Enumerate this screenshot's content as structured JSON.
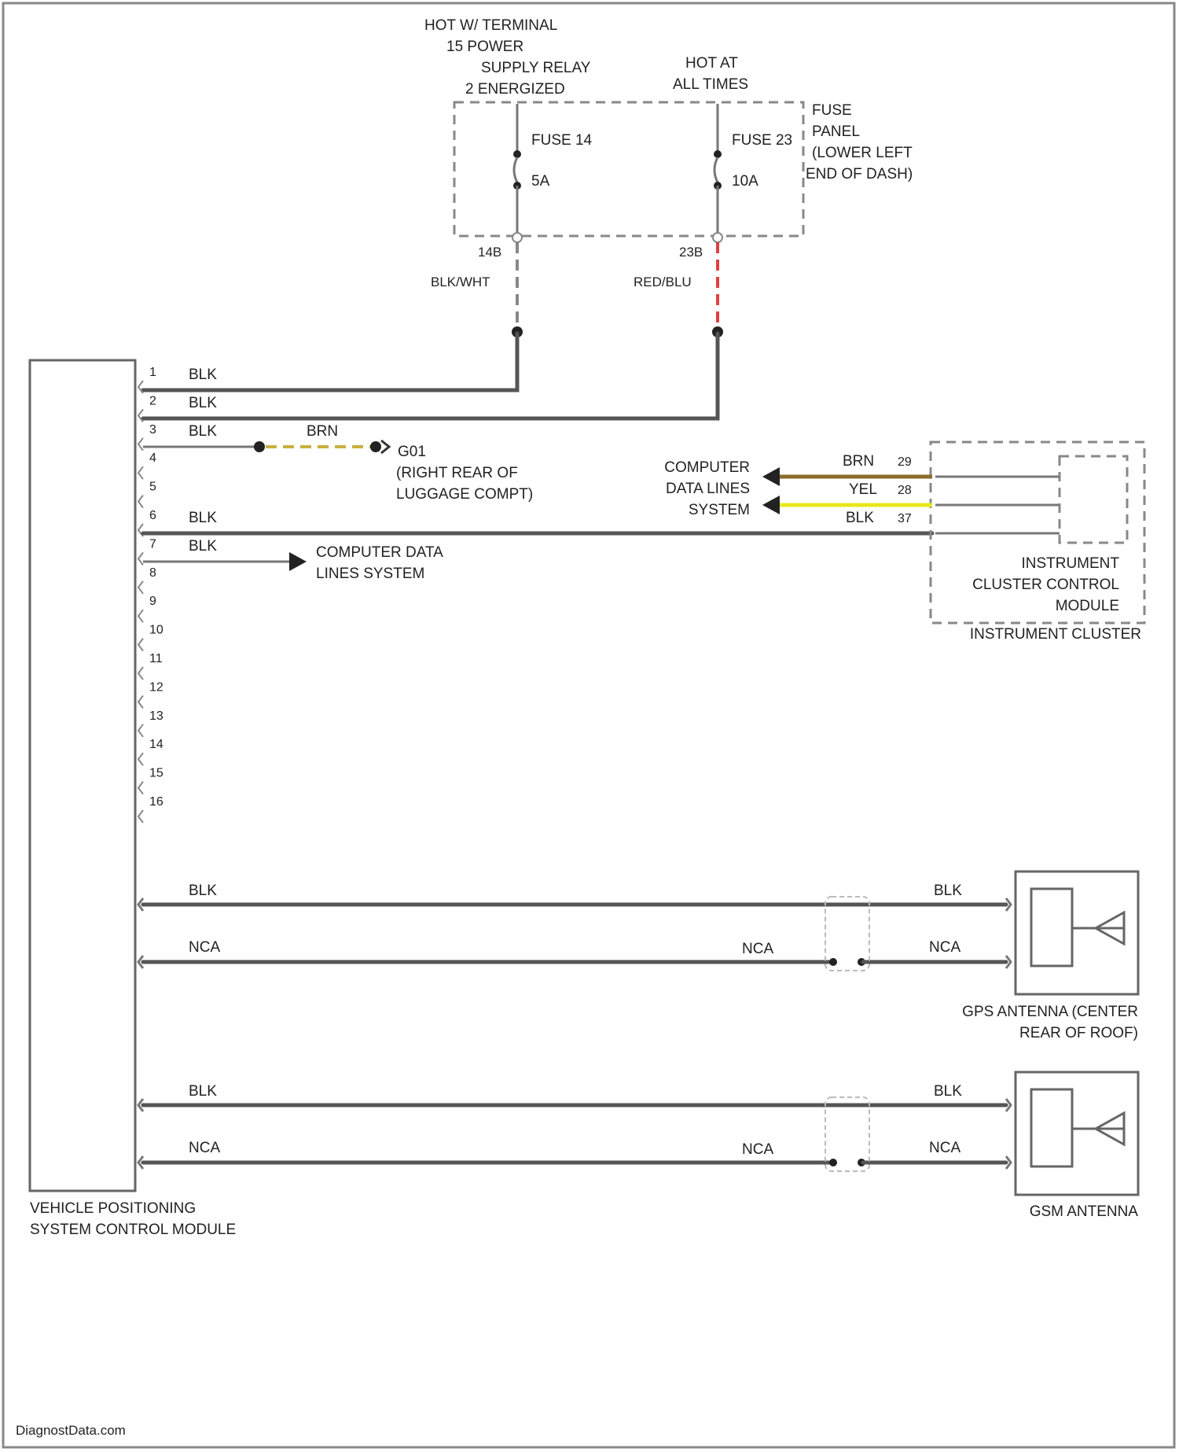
{
  "power": {
    "hot_terminal_label": [
      "HOT W/ TERMINAL",
      "15 POWER",
      "SUPPLY RELAY",
      "2 ENERGIZED"
    ],
    "hot_all_times_label": [
      "HOT AT",
      "ALL TIMES"
    ],
    "fuse_panel_label": [
      "FUSE",
      "PANEL",
      "(LOWER LEFT",
      "END OF DASH)"
    ],
    "fuse14": {
      "name": "FUSE 14",
      "rating": "5A"
    },
    "fuse23": {
      "name": "FUSE 23",
      "rating": "10A"
    },
    "wire_14b": {
      "terminal": "14B",
      "color": "BLK/WHT"
    },
    "wire_23b": {
      "terminal": "23B",
      "color": "RED/BLU"
    }
  },
  "vpscm": {
    "label": [
      "VEHICLE POSITIONING",
      "SYSTEM CONTROL MODULE"
    ],
    "pins": [
      "1",
      "2",
      "3",
      "4",
      "5",
      "6",
      "7",
      "8",
      "9",
      "10",
      "11",
      "12",
      "13",
      "14",
      "15",
      "16"
    ],
    "pin_wire_colors": {
      "p1": "BLK",
      "p2": "BLK",
      "p3": "BLK",
      "p6": "BLK",
      "p7": "BLK"
    }
  },
  "ground": {
    "wire_color": "BRN",
    "name": "G01",
    "location": [
      "(RIGHT REAR OF",
      "LUGGAGE COMPT)"
    ]
  },
  "data_lines": {
    "label": [
      "COMPUTER",
      "DATA LINES",
      "SYSTEM"
    ],
    "label_pin7": [
      "COMPUTER DATA",
      "LINES SYSTEM"
    ],
    "wires": [
      {
        "color": "BRN",
        "pin": "29"
      },
      {
        "color": "YEL",
        "pin": "28"
      },
      {
        "color": "BLK",
        "pin": "37"
      }
    ]
  },
  "instrument_cluster": {
    "module_label": [
      "INSTRUMENT",
      "CLUSTER CONTROL",
      "MODULE"
    ],
    "cluster_label": "INSTRUMENT CLUSTER"
  },
  "gps_antenna": {
    "label": [
      "GPS ANTENNA (CENTER",
      "REAR OF ROOF)"
    ],
    "wire_upper_left": "BLK",
    "wire_upper_right": "BLK",
    "wire_lower_left": "NCA",
    "wire_lower_mid": "NCA",
    "wire_lower_right": "NCA"
  },
  "gsm_antenna": {
    "label": "GSM ANTENNA",
    "wire_upper_left": "BLK",
    "wire_upper_right": "BLK",
    "wire_lower_left": "NCA",
    "wire_lower_mid": "NCA",
    "wire_lower_right": "NCA"
  },
  "watermark": "DiagnostData.com",
  "colors": {
    "red_blu_wire": "#e04040",
    "brn_wire": "#8a6d2a",
    "yel_wire": "#e8e81c",
    "brn_ground_dash": "#c8b040"
  }
}
